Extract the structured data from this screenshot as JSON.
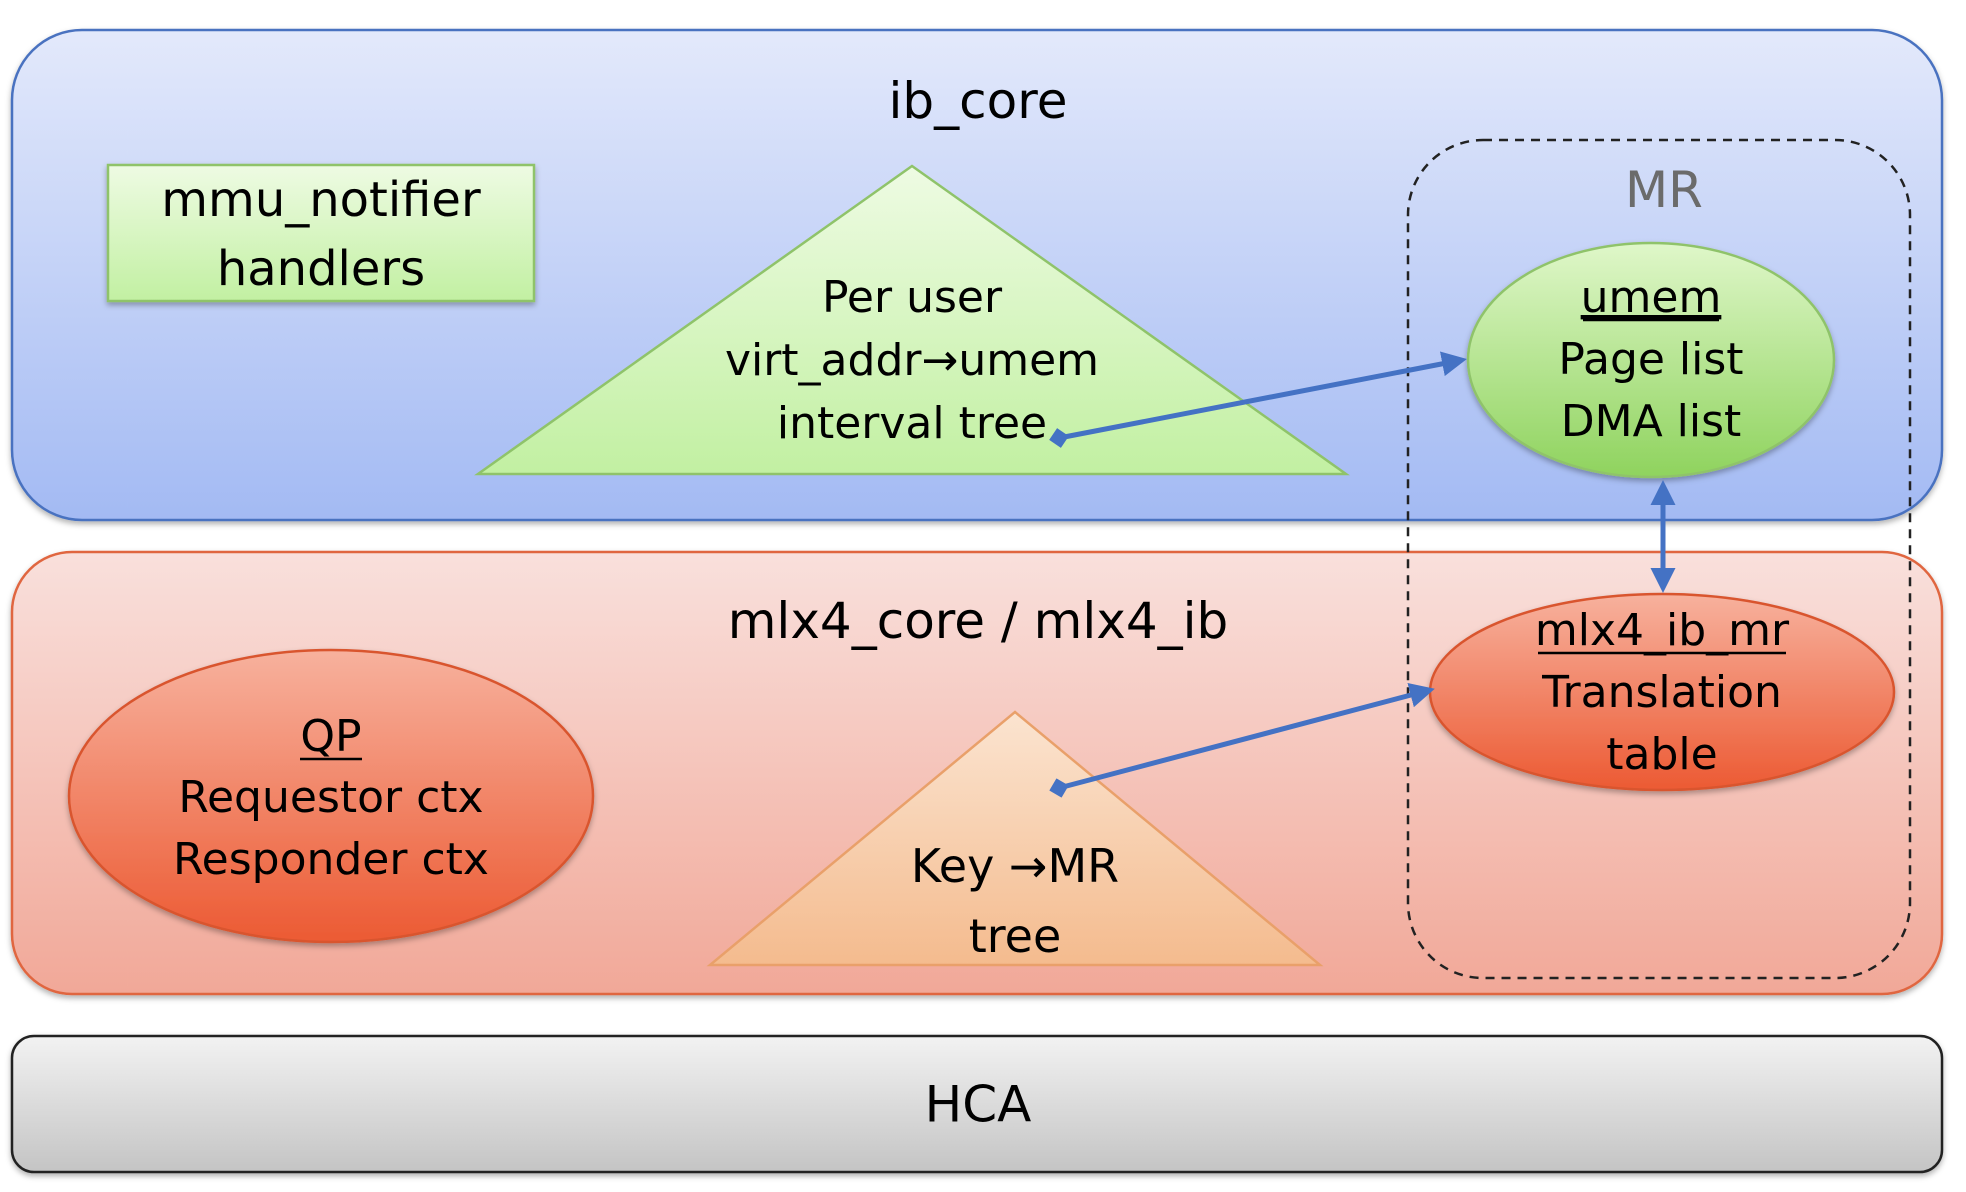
{
  "layers": {
    "ib_core": {
      "title": "ib_core"
    },
    "mlx4": {
      "title": "mlx4_core / mlx4_ib"
    },
    "hca": {
      "title": "HCA"
    }
  },
  "mmu_notifier": {
    "line1": "mmu_notifier",
    "line2": "handlers"
  },
  "interval_tree": {
    "line1": "Per user",
    "line2": "virt_addr→umem",
    "line3": "interval tree"
  },
  "mr_group": {
    "label": "MR"
  },
  "umem": {
    "title": "umem",
    "line1": "Page list",
    "line2": "DMA list"
  },
  "qp": {
    "title": "QP",
    "line1": "Requestor ctx",
    "line2": "Responder ctx"
  },
  "key_tree": {
    "line1": "Key →MR",
    "line2": "tree"
  },
  "mlx4_ib_mr": {
    "title": "mlx4_ib_mr",
    "line1": "Translation",
    "line2": "table"
  },
  "colors": {
    "arrow": "#4472c4",
    "ib_core_top": "#e3e9fb",
    "ib_core_bottom": "#a3baf3",
    "mlx4_top": "#f9e0dc",
    "mlx4_bottom": "#f1a898",
    "hca_top": "#f2f2f2",
    "hca_bottom": "#c4c4c4",
    "green_top": "#eefbe3",
    "green_bottom": "#c2f0a2",
    "red_top": "#f7b19d",
    "red_bottom": "#ec5a33",
    "orange_top": "#fbe4d0",
    "orange_bottom": "#f4bb8e"
  }
}
